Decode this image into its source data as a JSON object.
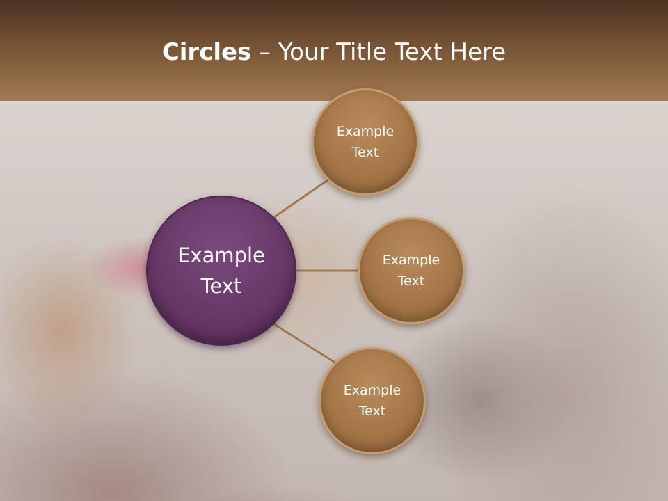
{
  "slide": {
    "title_bold": "Circles",
    "title_rest": " – Your Title Text Here"
  },
  "diagram": {
    "center": {
      "label": "Example\nText",
      "color": "#663764"
    },
    "nodes": [
      {
        "label": "Example\nText",
        "color": "#a37546"
      },
      {
        "label": "Example\nText",
        "color": "#a37546"
      },
      {
        "label": "Example\nText",
        "color": "#a37546"
      }
    ],
    "connector_color": "#a0784c"
  },
  "colors": {
    "title_bar": "#7a5534",
    "title_text": "#ffffff"
  }
}
